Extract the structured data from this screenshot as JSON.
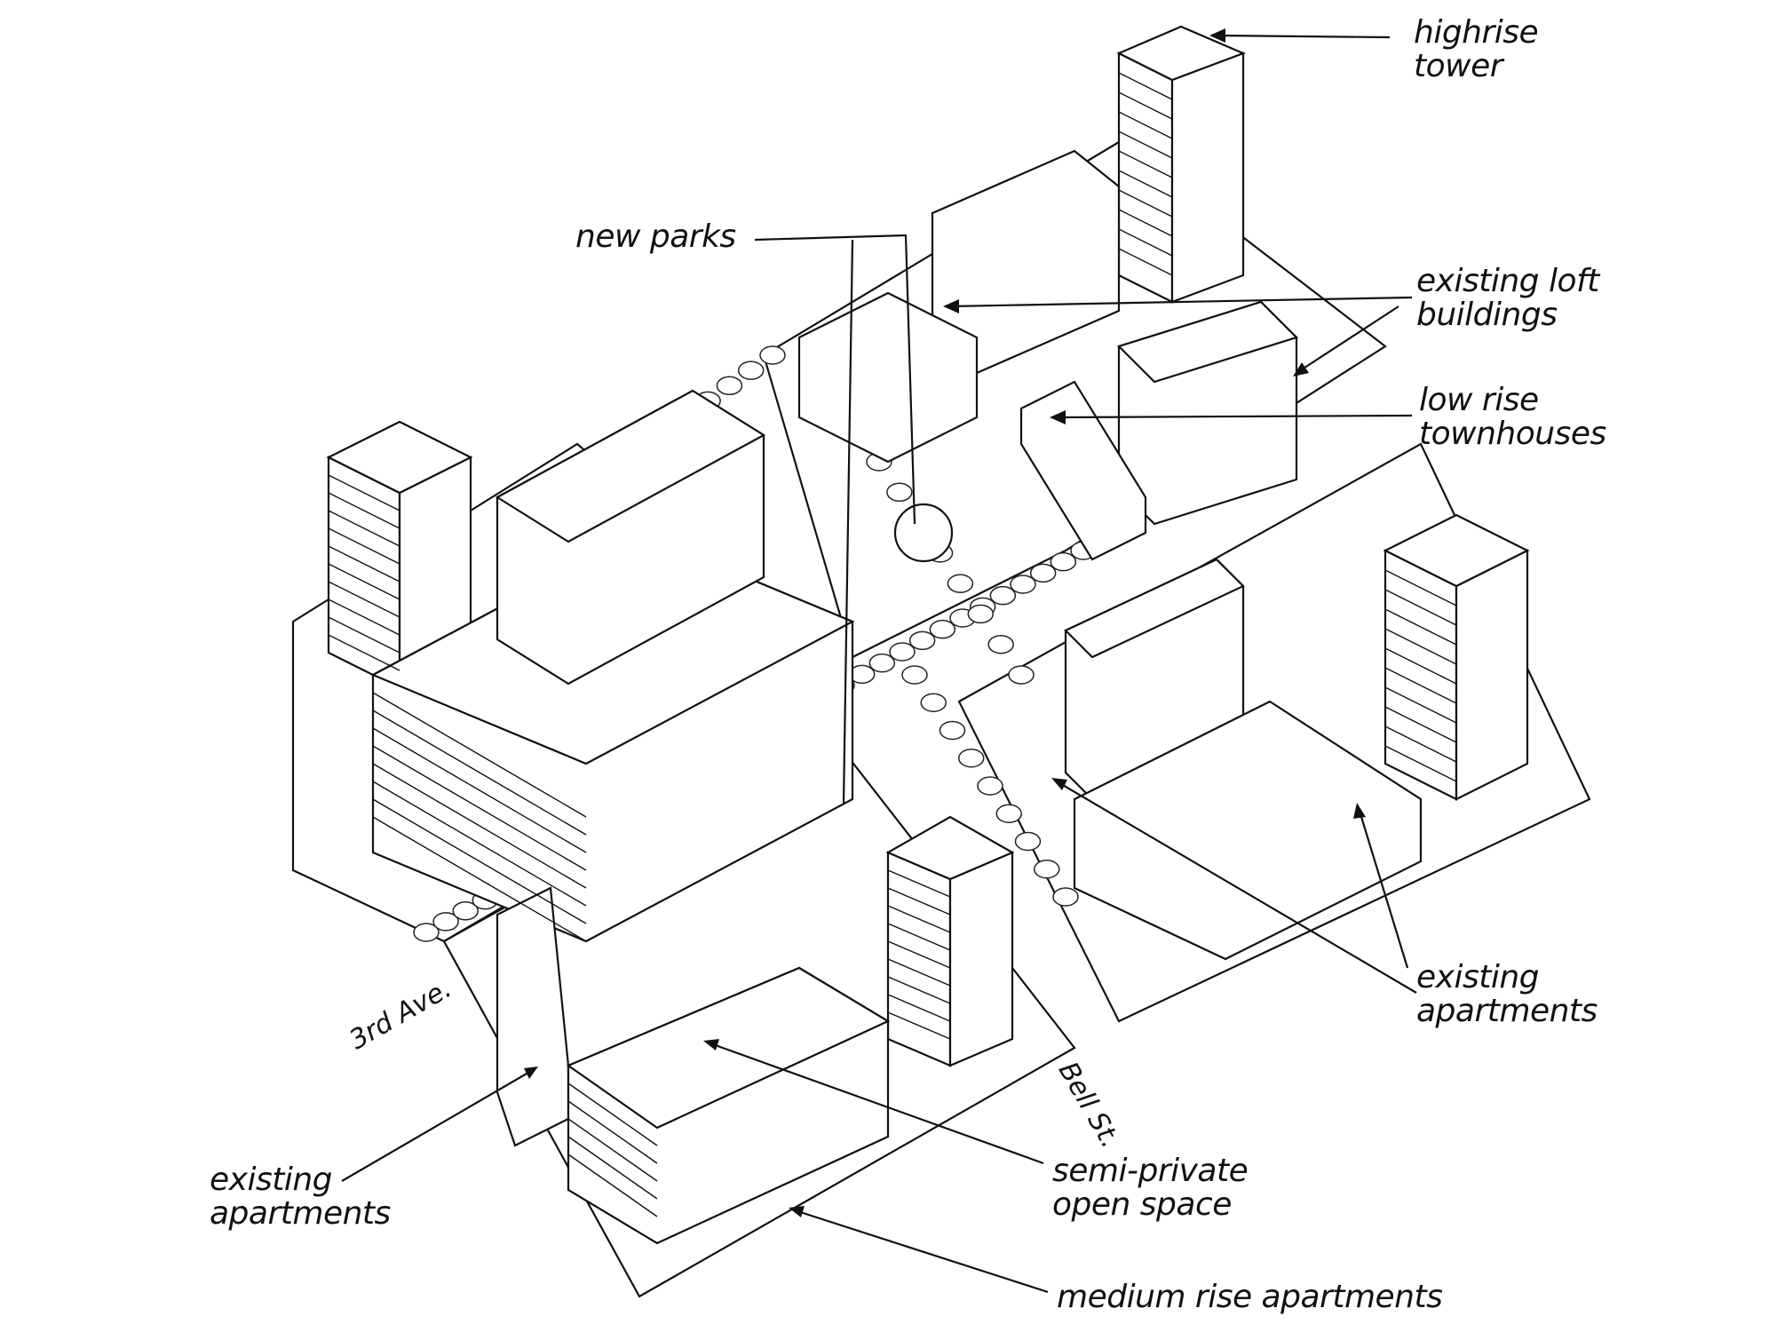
{
  "labels": {
    "highrise_tower": [
      "highrise",
      "tower"
    ],
    "new_parks": [
      "new parks"
    ],
    "existing_loft_buildings": [
      "existing loft",
      "buildings"
    ],
    "low_rise_townhouses": [
      "low rise",
      "townhouses"
    ],
    "existing_apartments_right": [
      "existing",
      "apartments"
    ],
    "existing_apartments_left": [
      "existing",
      "apartments"
    ],
    "semi_private_open_space": [
      "semi-private",
      "open space"
    ],
    "medium_rise_apartments": [
      "medium rise apartments"
    ]
  },
  "streets": {
    "avenue": "3rd Ave.",
    "street": "Bell St."
  }
}
